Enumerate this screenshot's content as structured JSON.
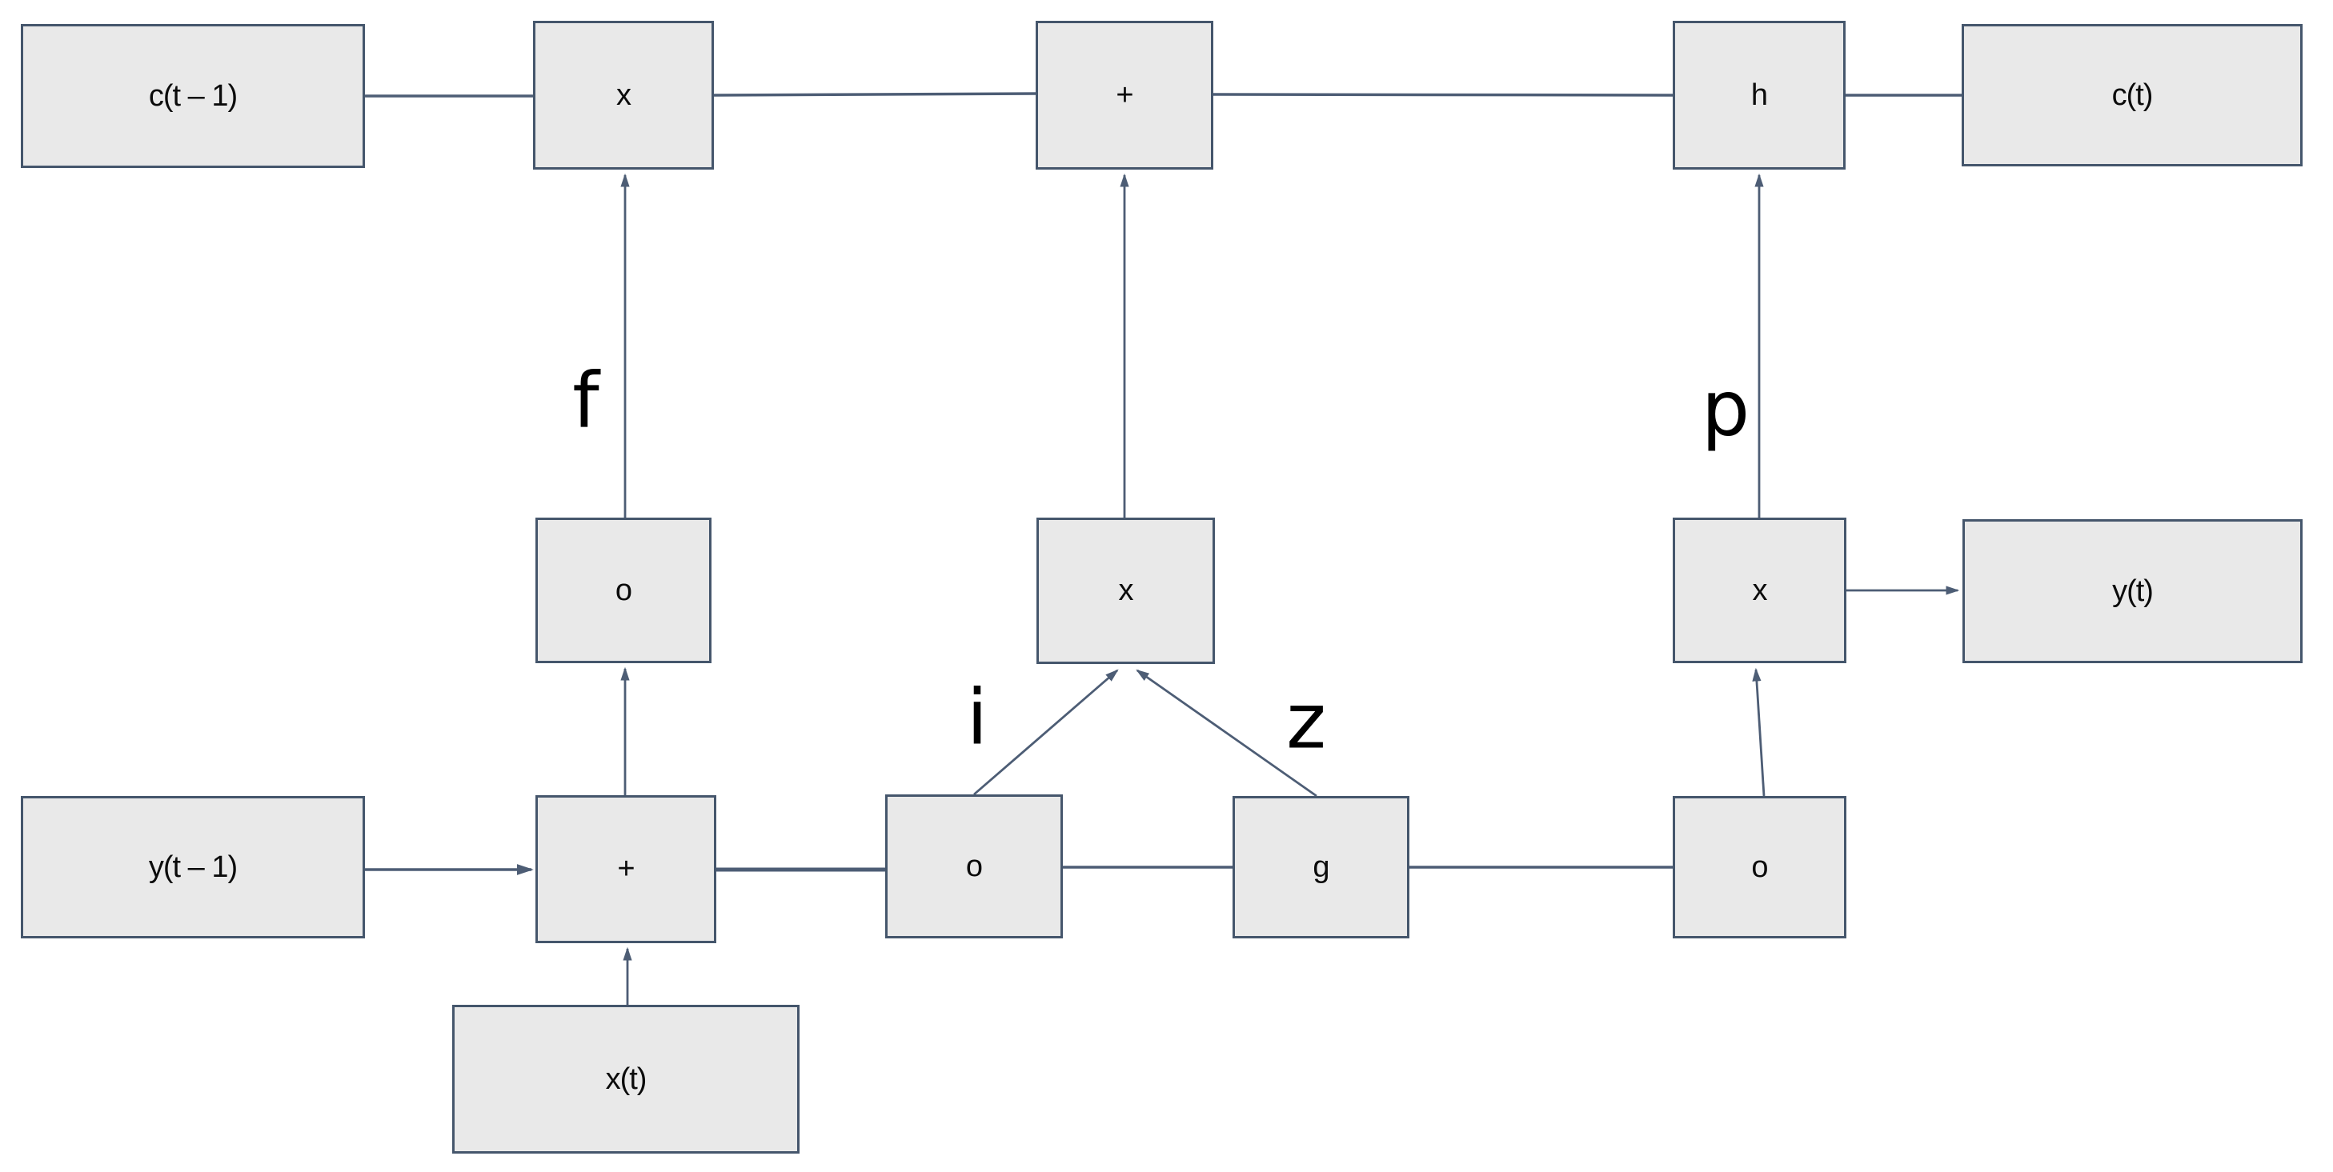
{
  "diagram": {
    "colors": {
      "background": "#ffffff",
      "node_fill": "#e9e9e9",
      "node_border": "#45566c",
      "connector": "#4d5d75",
      "text": "#0b0b0b"
    },
    "nodes": [
      {
        "id": "c-prev",
        "label": "c(t – 1)"
      },
      {
        "id": "mul-top",
        "label": "x"
      },
      {
        "id": "add-top",
        "label": "+"
      },
      {
        "id": "h",
        "label": "h"
      },
      {
        "id": "c-t",
        "label": "c(t)"
      },
      {
        "id": "o-left",
        "label": "o"
      },
      {
        "id": "mul-mid",
        "label": "x"
      },
      {
        "id": "mul-right",
        "label": "x"
      },
      {
        "id": "y-t",
        "label": "y(t)"
      },
      {
        "id": "y-prev",
        "label": "y(t – 1)"
      },
      {
        "id": "add-bot",
        "label": "+"
      },
      {
        "id": "o-mid",
        "label": "o"
      },
      {
        "id": "g",
        "label": "g"
      },
      {
        "id": "o-right",
        "label": "o"
      },
      {
        "id": "x-t",
        "label": "x(t)"
      }
    ],
    "edge_labels": [
      {
        "id": "f",
        "label": "f"
      },
      {
        "id": "i",
        "label": "i"
      },
      {
        "id": "z",
        "label": "z"
      },
      {
        "id": "p",
        "label": "p"
      }
    ]
  }
}
